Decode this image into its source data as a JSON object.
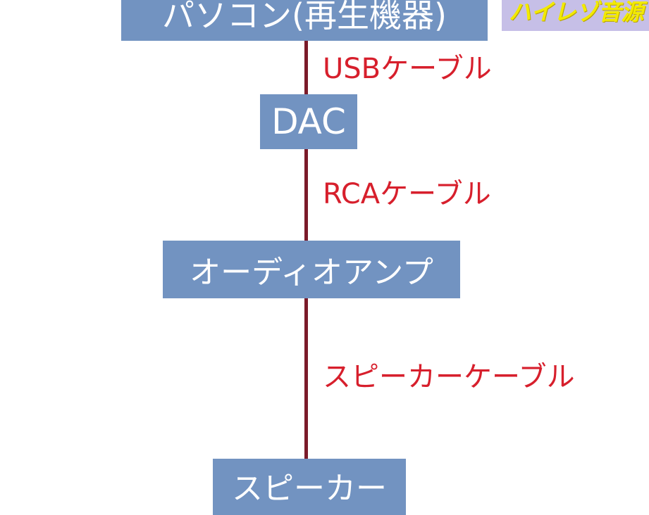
{
  "nodes": {
    "pc": "パソコン(再生機器)",
    "dac": "DAC",
    "amp": "オーディオアンプ",
    "speaker": "スピーカー"
  },
  "edges": {
    "usb": "USBケーブル",
    "rca": "RCAケーブル",
    "speaker_cable": "スピーカーケーブル"
  },
  "badge": "ハイレゾ音源",
  "colors": {
    "node_fill": "#7293c1",
    "node_text": "#ffffff",
    "connector": "#7b1b2a",
    "edge_label": "#d71f2c",
    "badge_fill": "#c6bfe7",
    "badge_text": "#f2ea00"
  }
}
